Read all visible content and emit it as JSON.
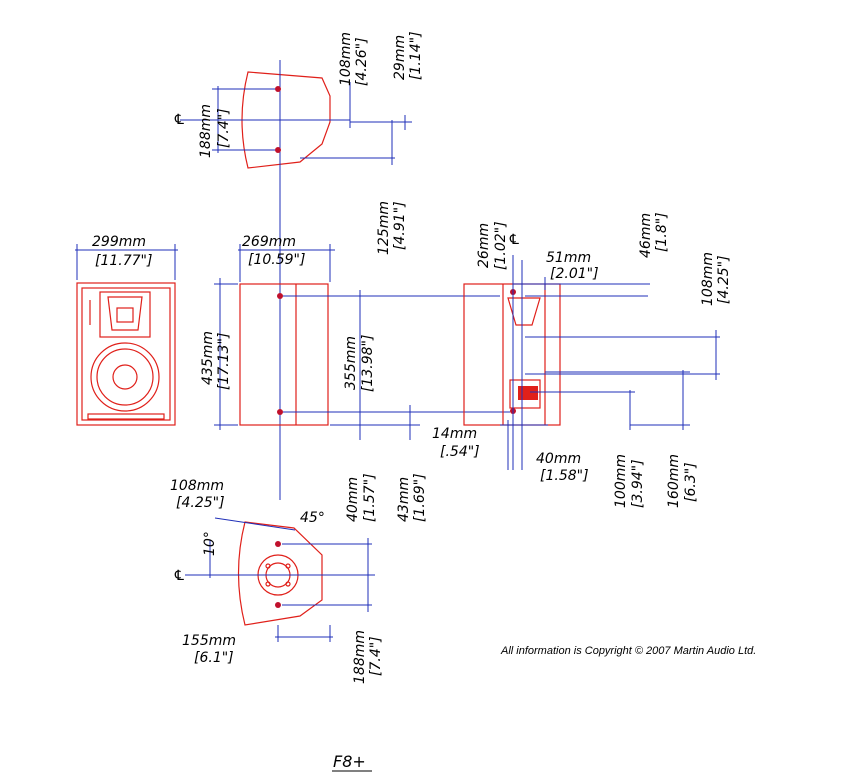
{
  "model_name": "F8+",
  "copyright": "All information is Copyright © 2007 Martin Audio Ltd.",
  "centerline_symbol": "℄",
  "dimensions": {
    "top_height": [
      "188mm",
      "[7.4\"]"
    ],
    "top_lip": [
      "108mm",
      "[4.26\"]"
    ],
    "top_29": [
      "29mm",
      "[1.14\"]"
    ],
    "top_125": [
      "125mm",
      "[4.91\"]"
    ],
    "front_width": [
      "299mm",
      "[11.77\"]"
    ],
    "side_width": [
      "269mm",
      "[10.59\"]"
    ],
    "side_height": [
      "435mm",
      "[17.13\"]"
    ],
    "side_355": [
      "355mm",
      "[13.98\"]"
    ],
    "side_40": [
      "40mm",
      "[1.57\"]"
    ],
    "side_43": [
      "43mm",
      "[1.69\"]"
    ],
    "rear_26": [
      "26mm",
      "[1.02\"]"
    ],
    "rear_51": [
      "51mm",
      "[2.01\"]"
    ],
    "rear_46": [
      "46mm",
      "[1.8\"]"
    ],
    "rear_108": [
      "108mm",
      "[4.25\"]"
    ],
    "rear_14": [
      "14mm",
      "[.54\"]"
    ],
    "rear_40": [
      "40mm",
      "[1.58\"]"
    ],
    "rear_100": [
      "100mm",
      "[3.94\"]"
    ],
    "rear_160": [
      "160mm",
      "[6.3\"]"
    ],
    "bottom_108": [
      "108mm",
      "[4.25\"]"
    ],
    "bottom_155": [
      "155mm",
      "[6.1\"]"
    ],
    "bottom_188": [
      "188mm",
      "[7.4\"]"
    ],
    "angle_45": "45°",
    "angle_10": "10°"
  }
}
